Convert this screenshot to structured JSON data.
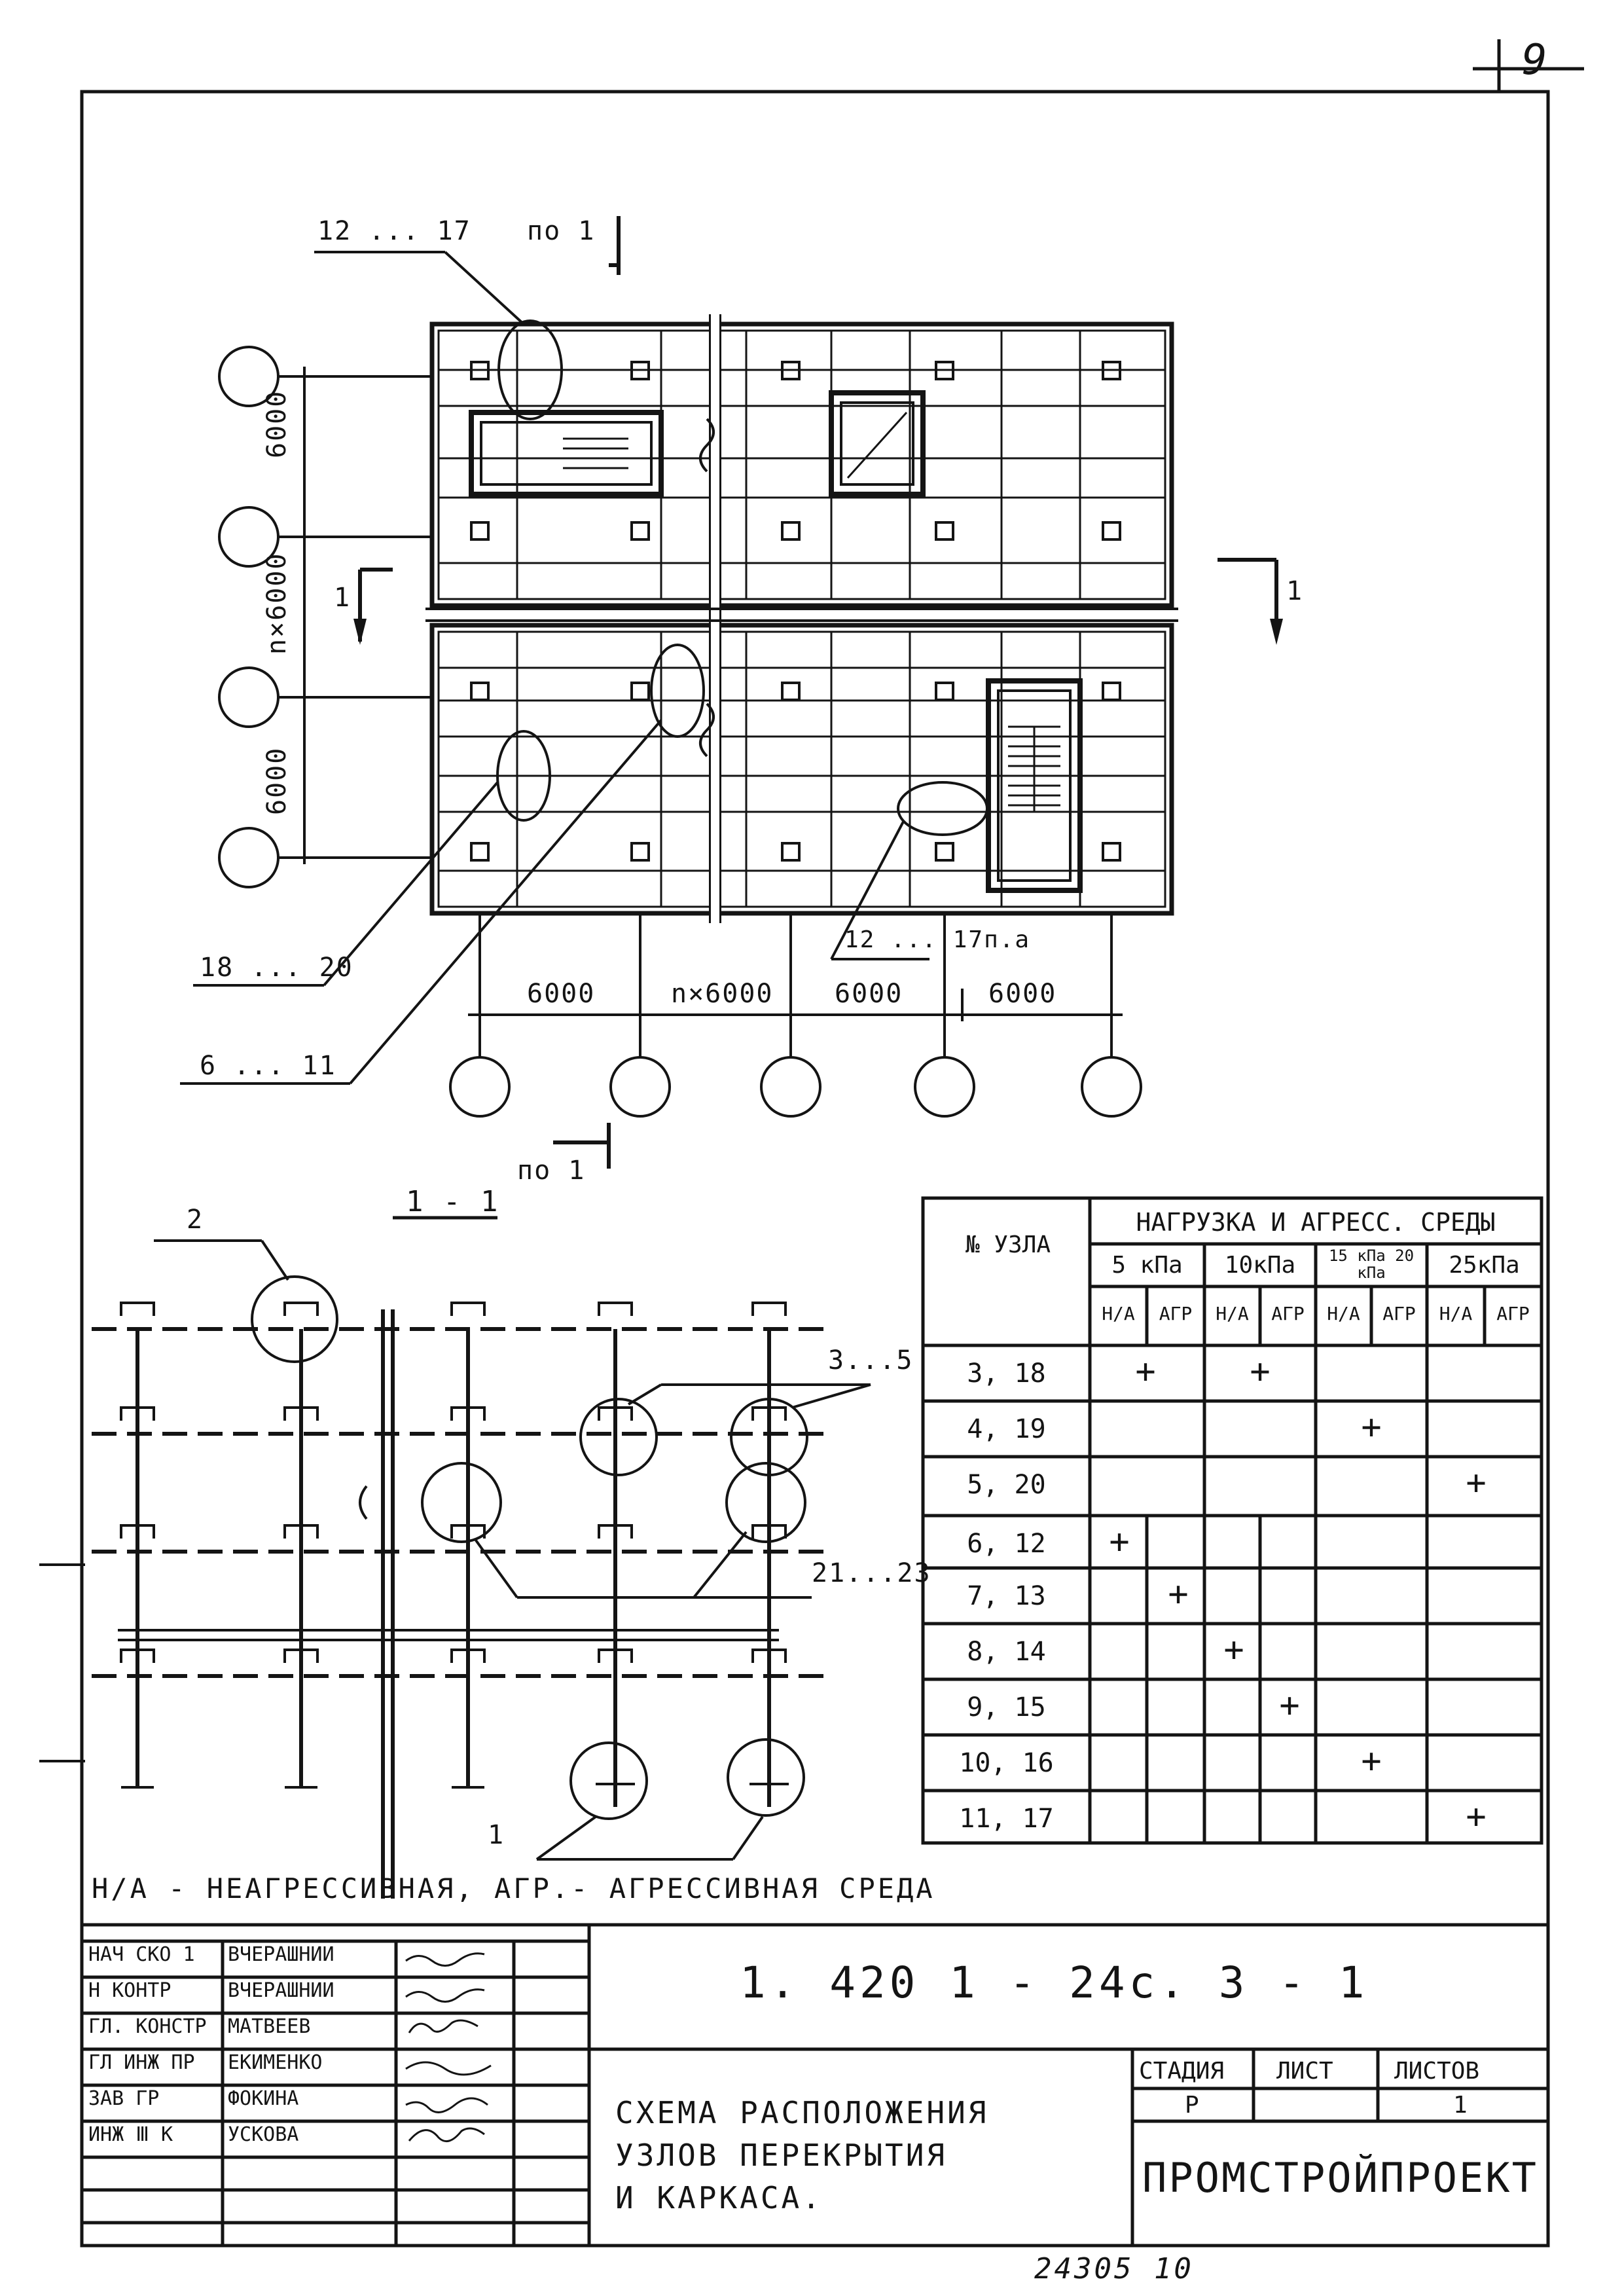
{
  "sheet_number": "9",
  "plan": {
    "leader_labels": {
      "top": "12 ... 17",
      "left_lower": "18 ... 20",
      "left_bottom": "6 ... 11",
      "right_lower": "12 ... 17п.а"
    },
    "section_marks": {
      "top": "по 1",
      "bottom": "по 1",
      "left": "1",
      "right": "1"
    },
    "vertical_dims": [
      "6000",
      "n×6000",
      "6000"
    ],
    "horizontal_dims": [
      "6000",
      "n×6000",
      "6000",
      "6000"
    ]
  },
  "section": {
    "title": "1 - 1",
    "leader_labels": {
      "top_left": "2",
      "right_top": "3...5",
      "right_mid": "21...23",
      "bottom": "1"
    }
  },
  "table": {
    "col_header_node": "№ УЗЛА",
    "col_header_group": "НАГРУЗКА И АГРЕСС. СРЕДЫ",
    "load_headers": [
      "5 кПа",
      "10кПа",
      "15 кПа 20 кПа",
      "25кПа"
    ],
    "sub_headers": [
      "Н/А",
      "АГР",
      "Н/А",
      "АГР",
      "Н/А",
      "АГР",
      "Н/А",
      "АГР"
    ],
    "rows": [
      {
        "node": "3, 18",
        "mark": "+"
      },
      {
        "node": "4, 19",
        "mark": "+"
      },
      {
        "node": "5, 20",
        "mark": "+"
      },
      {
        "node": "6, 12",
        "mark": "+"
      },
      {
        "node": "7, 13",
        "mark": "+"
      },
      {
        "node": "8, 14",
        "mark": "+"
      },
      {
        "node": "9, 15",
        "mark": "+"
      },
      {
        "node": "10, 16",
        "mark": "+"
      },
      {
        "node": "11, 17",
        "mark": "+"
      }
    ]
  },
  "legend_note": "Н/А - НЕАГРЕССИВНАЯ, АГР.- АГРЕССИВНАЯ СРЕДА",
  "title_block": {
    "roles": [
      {
        "role": "НАЧ СКО 1",
        "name": "ВЧЕРАШНИИ"
      },
      {
        "role": "Н КОНТР",
        "name": "ВЧЕРАШНИИ"
      },
      {
        "role": "ГЛ. КОНСТР",
        "name": "МАТВЕЕВ"
      },
      {
        "role": "ГЛ ИНЖ ПР",
        "name": "ЕКИМЕНКО"
      },
      {
        "role": "ЗАВ ГР",
        "name": "ФОКИНА"
      },
      {
        "role": "ИНЖ Ⅲ К",
        "name": "УСКОВА"
      }
    ],
    "doc_code": "1. 420 1 - 24с. 3 - 1",
    "description": [
      "СХЕМА РАСПОЛОЖЕНИЯ",
      "УЗЛОВ ПЕРЕКРЫТИЯ",
      "И КАРКАСА."
    ],
    "stage_label": "СТАДИЯ",
    "sheet_label": "ЛИСТ",
    "sheets_label": "ЛИСТОВ",
    "stage_value": "Р",
    "sheets_value": "1",
    "organization": "ПРОМСТРОЙПРОЕКТ"
  },
  "inventory_number": "24305 10"
}
